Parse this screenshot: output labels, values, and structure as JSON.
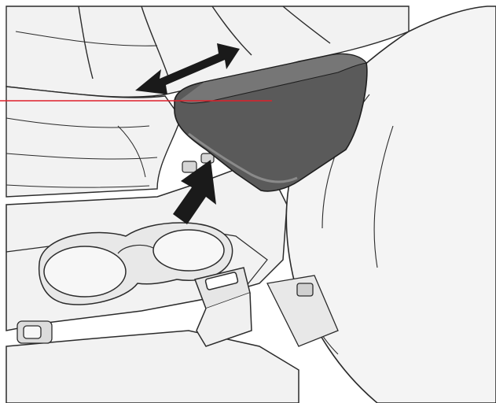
{
  "figure": {
    "subject": "center-console-armrest-illustration",
    "colors": {
      "background": "#ffffff",
      "panel": "#f2f2f2",
      "panel_shade": "#e2e2e2",
      "outline": "#2b2b2b",
      "armrest": "#5a5a5a",
      "armrest_highlight": "#767676",
      "arrow": "#1a1a1a",
      "callout_line": "#e0202a"
    },
    "icons": [
      "double-headed-arrow",
      "up-arrow"
    ]
  }
}
